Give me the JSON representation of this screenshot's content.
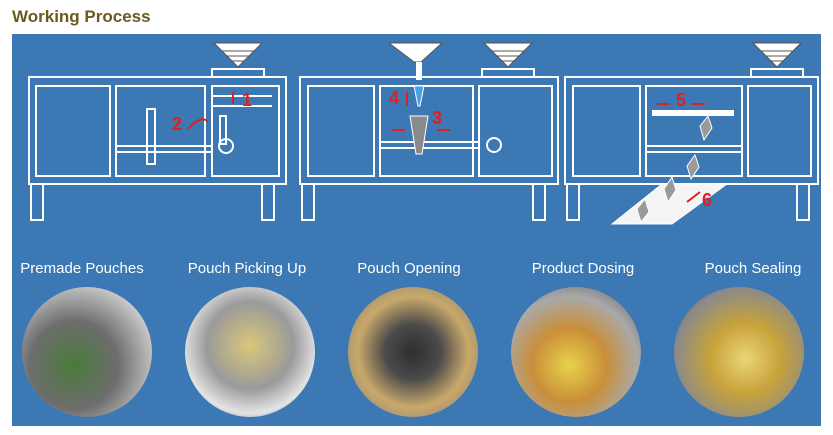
{
  "page": {
    "title": "Working Process"
  },
  "colors": {
    "panel": "#3b78b4",
    "title": "#6b5a1e",
    "machine_line": "#ffffff",
    "step_number": "#e02020"
  },
  "machines": [
    {
      "steps": [
        "1",
        "2"
      ]
    },
    {
      "steps": [
        "4",
        "3"
      ]
    },
    {
      "steps": [
        "5",
        "6"
      ]
    }
  ],
  "stages": [
    {
      "label": "Premade Pouches",
      "image": "premade-pouches-photo"
    },
    {
      "label": "Pouch Picking Up",
      "image": "pouch-picking-up-photo"
    },
    {
      "label": "Pouch Opening",
      "image": "pouch-opening-photo"
    },
    {
      "label": "Product Dosing",
      "image": "product-dosing-photo"
    },
    {
      "label": "Pouch Sealing",
      "image": "pouch-sealing-photo"
    }
  ]
}
